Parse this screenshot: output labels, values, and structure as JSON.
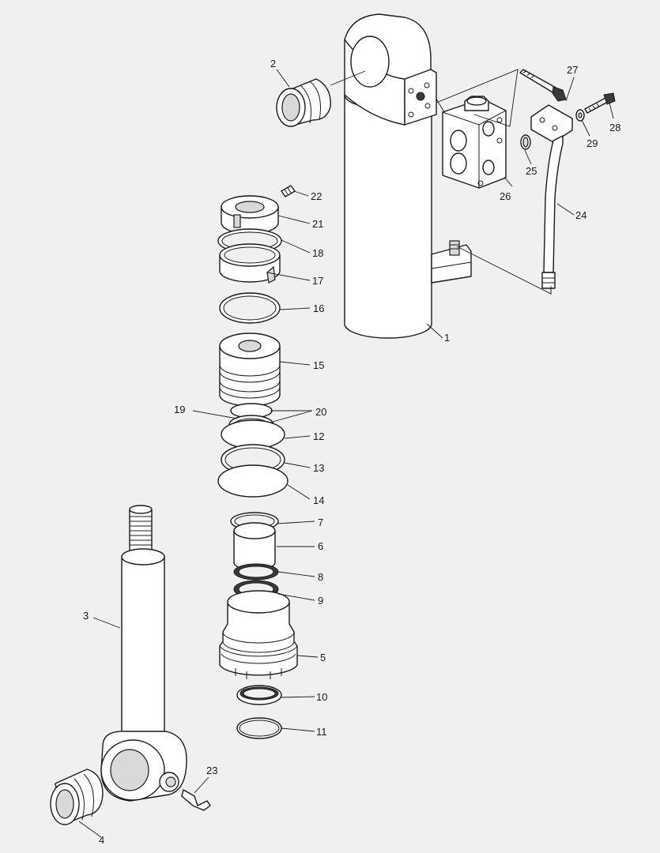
{
  "callouts": {
    "c1": "1",
    "c2": "2",
    "c3": "3",
    "c4": "4",
    "c5": "5",
    "c6": "6",
    "c7": "7",
    "c8": "8",
    "c9": "9",
    "c10": "10",
    "c11": "11",
    "c12": "12",
    "c13": "13",
    "c14": "14",
    "c15": "15",
    "c16": "16",
    "c17": "17",
    "c18": "18",
    "c19": "19",
    "c20": "20",
    "c21": "21",
    "c22": "22",
    "c23": "23",
    "c24": "24",
    "c25": "25",
    "c26": "26",
    "c27": "27",
    "c28": "28",
    "c29": "29"
  },
  "colors": {
    "background": "#f0f0f0",
    "line": "#1a1a1a",
    "fill": "#ffffff",
    "shade": "#d9d9d9"
  }
}
